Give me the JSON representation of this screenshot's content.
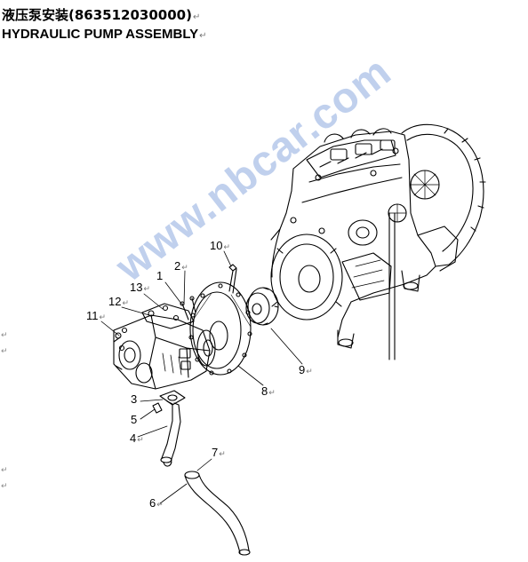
{
  "document": {
    "title_cn": "液压泵安装(863512030000)",
    "title_en": "HYDRAULIC PUMP ASSEMBLY",
    "return_mark": "↵",
    "watermark_text": "www.nbcar.com",
    "watermark_color": "#3c6ec8"
  },
  "callouts": [
    {
      "id": "10",
      "label": "10"
    },
    {
      "id": "2",
      "label": "2"
    },
    {
      "id": "1",
      "label": "1"
    },
    {
      "id": "13",
      "label": "13"
    },
    {
      "id": "12",
      "label": "12"
    },
    {
      "id": "11",
      "label": "11"
    },
    {
      "id": "9",
      "label": "9"
    },
    {
      "id": "8",
      "label": "8"
    },
    {
      "id": "3",
      "label": "3"
    },
    {
      "id": "5",
      "label": "5"
    },
    {
      "id": "4",
      "label": "4"
    },
    {
      "id": "7",
      "label": "7"
    },
    {
      "id": "6",
      "label": "6"
    }
  ]
}
